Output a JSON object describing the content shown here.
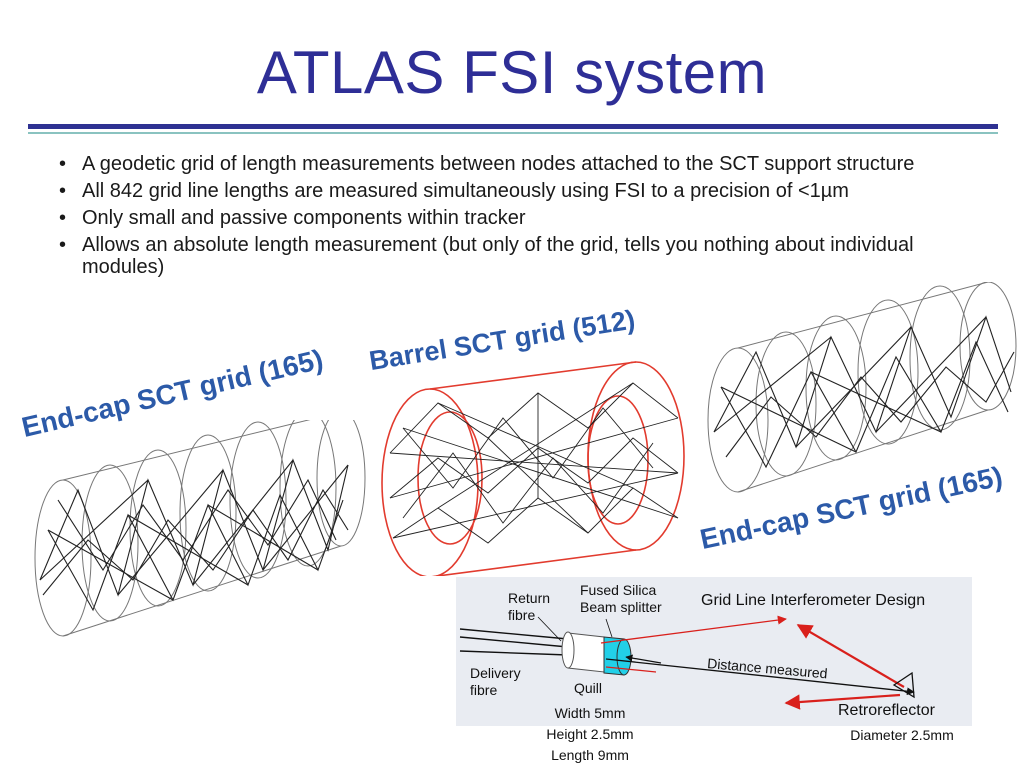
{
  "slide": {
    "title": "ATLAS FSI system",
    "bullets": [
      "A geodetic grid of length measurements between nodes attached to the SCT support structure",
      "All 842 grid line lengths are measured simultaneously using FSI to a precision of <1µm",
      "Only small and passive components within tracker",
      "Allows an absolute length measurement (but only of the grid, tells you nothing about individual modules)"
    ]
  },
  "figure": {
    "endcap_left_label": "End-cap SCT grid (165)",
    "barrel_label": "Barrel SCT grid (512)",
    "endcap_right_label": "End-cap SCT grid (165)"
  },
  "interferometer": {
    "title": "Grid Line Interferometer Design",
    "return_fibre": [
      "Return",
      "fibre"
    ],
    "fused_silica": [
      "Fused Silica",
      "Beam splitter"
    ],
    "delivery_fibre": [
      "Delivery",
      "fibre"
    ],
    "quill": "Quill",
    "distance_measured": "Distance measured",
    "retroreflector": "Retroreflector",
    "quill_dimensions": [
      "Width 5mm",
      "Height 2.5mm",
      "Length 9mm"
    ],
    "retro_dimensions": "Diameter 2.5mm"
  },
  "colors": {
    "title": "#2e2e96",
    "label_blue": "#2c5aa8",
    "rule_dark": "#2e3192",
    "rule_light": "#8ac3c0",
    "barrel_red": "#e23b2e",
    "beam_red": "#d9201c",
    "splitter_cyan": "#22d0e8"
  }
}
